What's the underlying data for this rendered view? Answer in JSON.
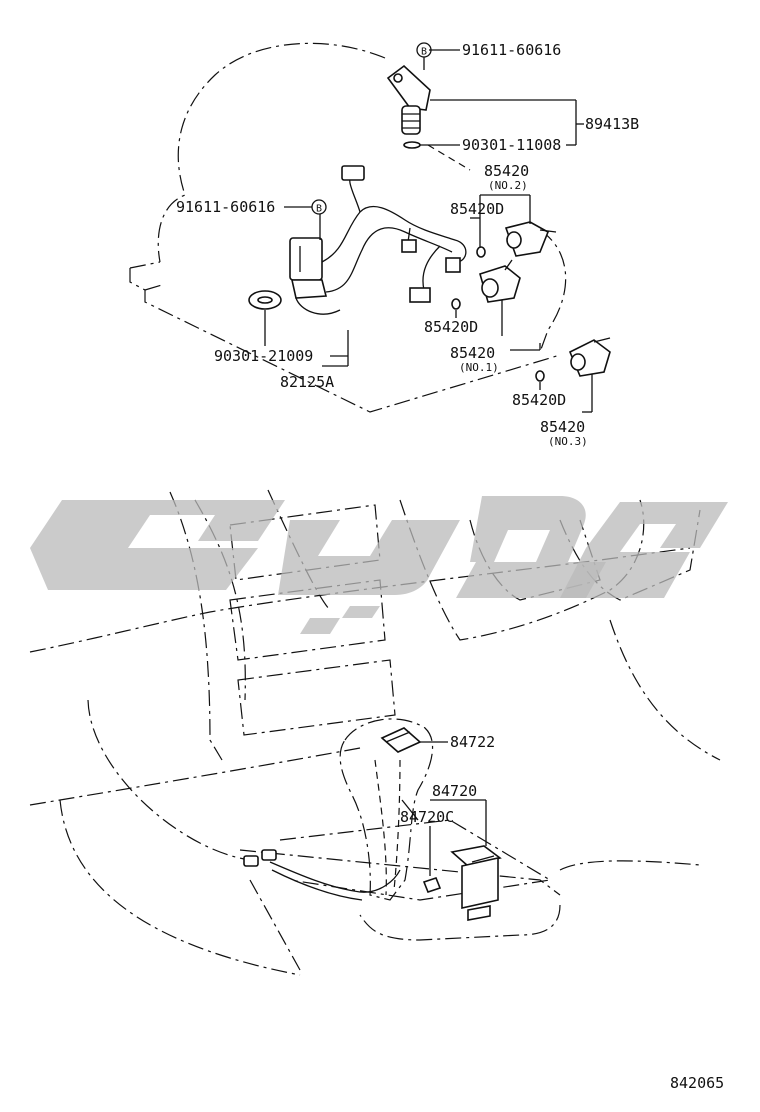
{
  "labels": {
    "b_symbol": "B",
    "p_91611_top": "91611-60616",
    "p_89413b": "89413B",
    "p_90301_11008": "90301-11008",
    "p_85420_no2": "85420",
    "p_no2": "(NO.2)",
    "p_91611_left": "91611-60616",
    "p_85420d_a": "85420D",
    "p_85420d_b": "85420D",
    "p_85420_no1": "85420",
    "p_no1": "(NO.1)",
    "p_90301_21009": "90301-21009",
    "p_82125a": "82125A",
    "p_85420d_c": "85420D",
    "p_85420_no3": "85420",
    "p_no3": "(NO.3)",
    "p_84722": "84722",
    "p_84720": "84720",
    "p_84720c": "84720C",
    "p_842065": "842065"
  },
  "colors": {
    "ink": "#111111",
    "watermark": "#b9b9b9",
    "background": "#ffffff"
  }
}
